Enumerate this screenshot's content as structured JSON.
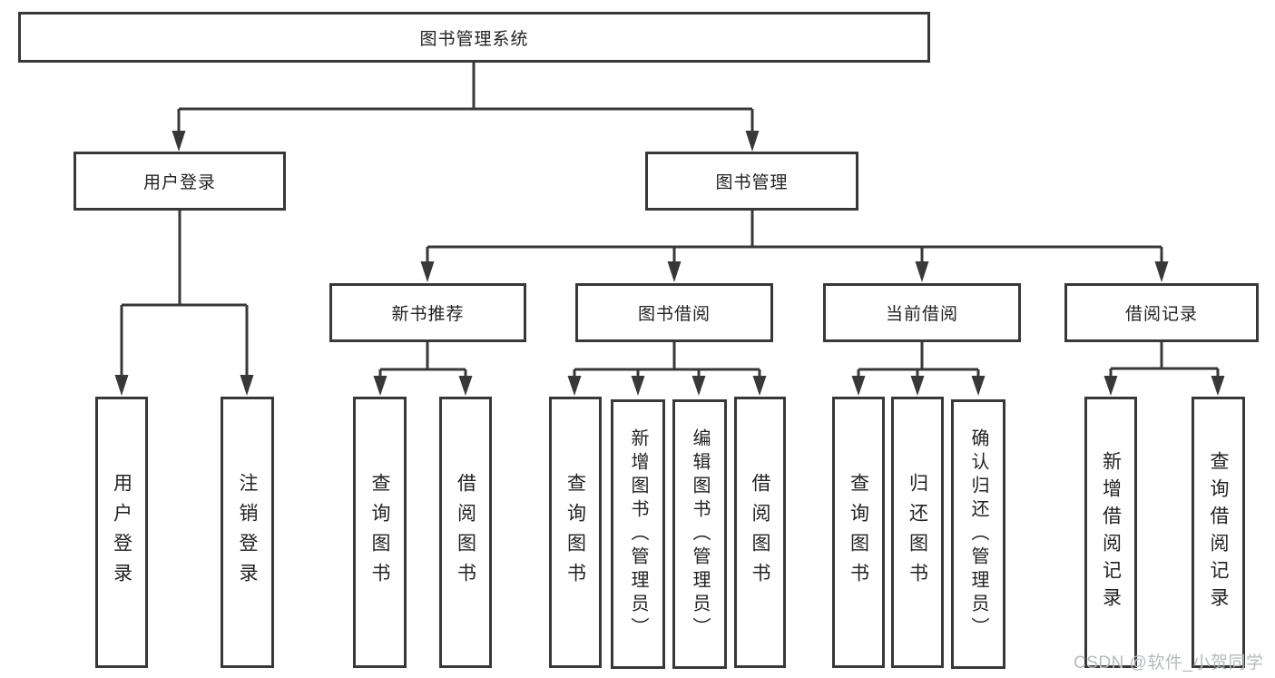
{
  "diagram": {
    "root": {
      "label": "图书管理系统"
    },
    "level2": {
      "user_login": "用户登录",
      "book_management": "图书管理"
    },
    "level3": {
      "new_book_recommend": "新书推荐",
      "book_borrowing": "图书借阅",
      "current_borrowing": "当前借阅",
      "borrowing_records": "借阅记录"
    },
    "leaves": {
      "user_login": "用户登录",
      "logout": "注销登录",
      "rec_query_books": "查询图书",
      "rec_borrow_books": "借阅图书",
      "bb_query_books": "查询图书",
      "bb_add_books_admin": "新增图书（管理员）",
      "bb_edit_books_admin": "编辑图书（管理员）",
      "bb_borrow_books": "借阅图书",
      "cb_query_books": "查询图书",
      "cb_return_books": "归还图书",
      "cb_confirm_return_admin": "确认归还（管理员）",
      "br_add_record": "新增借阅记录",
      "br_query_record": "查询借阅记录"
    }
  },
  "watermark": {
    "text": "CSDN @软件_小贺同学",
    "color": "#b6babf"
  },
  "colors": {
    "line": "#383838",
    "box_border": "#383838",
    "box_fill": "#ffffff",
    "text": "#222222",
    "background": "#ffffff"
  }
}
